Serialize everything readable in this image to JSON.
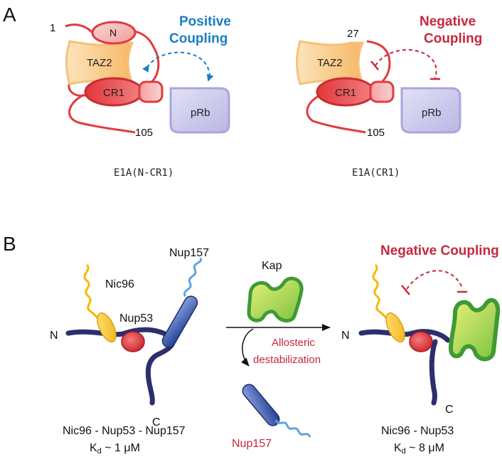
{
  "panels": {
    "a": {
      "letter": "A",
      "left": {
        "start": "1",
        "end": "105",
        "n": "N",
        "taz2": "TAZ2",
        "cr1": "CR1",
        "prb": "pRb",
        "coupling_line1": "Positive",
        "coupling_line2": "Coupling",
        "caption": "E1A(N-CR1)"
      },
      "right": {
        "start": "27",
        "end": "105",
        "taz2": "TAZ2",
        "cr1": "CR1",
        "prb": "pRb",
        "coupling_line1": "Negative",
        "coupling_line2": "Coupling",
        "caption": "E1A(CR1)"
      }
    },
    "b": {
      "letter": "B",
      "left": {
        "nic96": "Nic96",
        "nup53": "Nup53",
        "nup157": "Nup157",
        "n": "N",
        "c": "C",
        "complex": "Nic96 - Nup53 - Nup157",
        "kd_prefix": "K",
        "kd_sub": "d",
        "kd_value": " ~ 1 μM"
      },
      "middle": {
        "kap": "Kap",
        "arrow_line1": "Allosteric",
        "arrow_line2": "destabilization",
        "released": "Nup157"
      },
      "right": {
        "coupling": "Negative Coupling",
        "n": "N",
        "c": "C",
        "complex": "Nic96 - Nup53",
        "kd_prefix": "K",
        "kd_sub": "d",
        "kd_value": " ~ 8  μM"
      }
    }
  },
  "colors": {
    "red": "#d8343b",
    "blue": "#1a7ec4",
    "crimson": "#c7283b",
    "navy": "#2d2e6e",
    "taz2": "#f8c98a",
    "prb": "#c9c8ea",
    "kap_green": "#3f9a35"
  }
}
